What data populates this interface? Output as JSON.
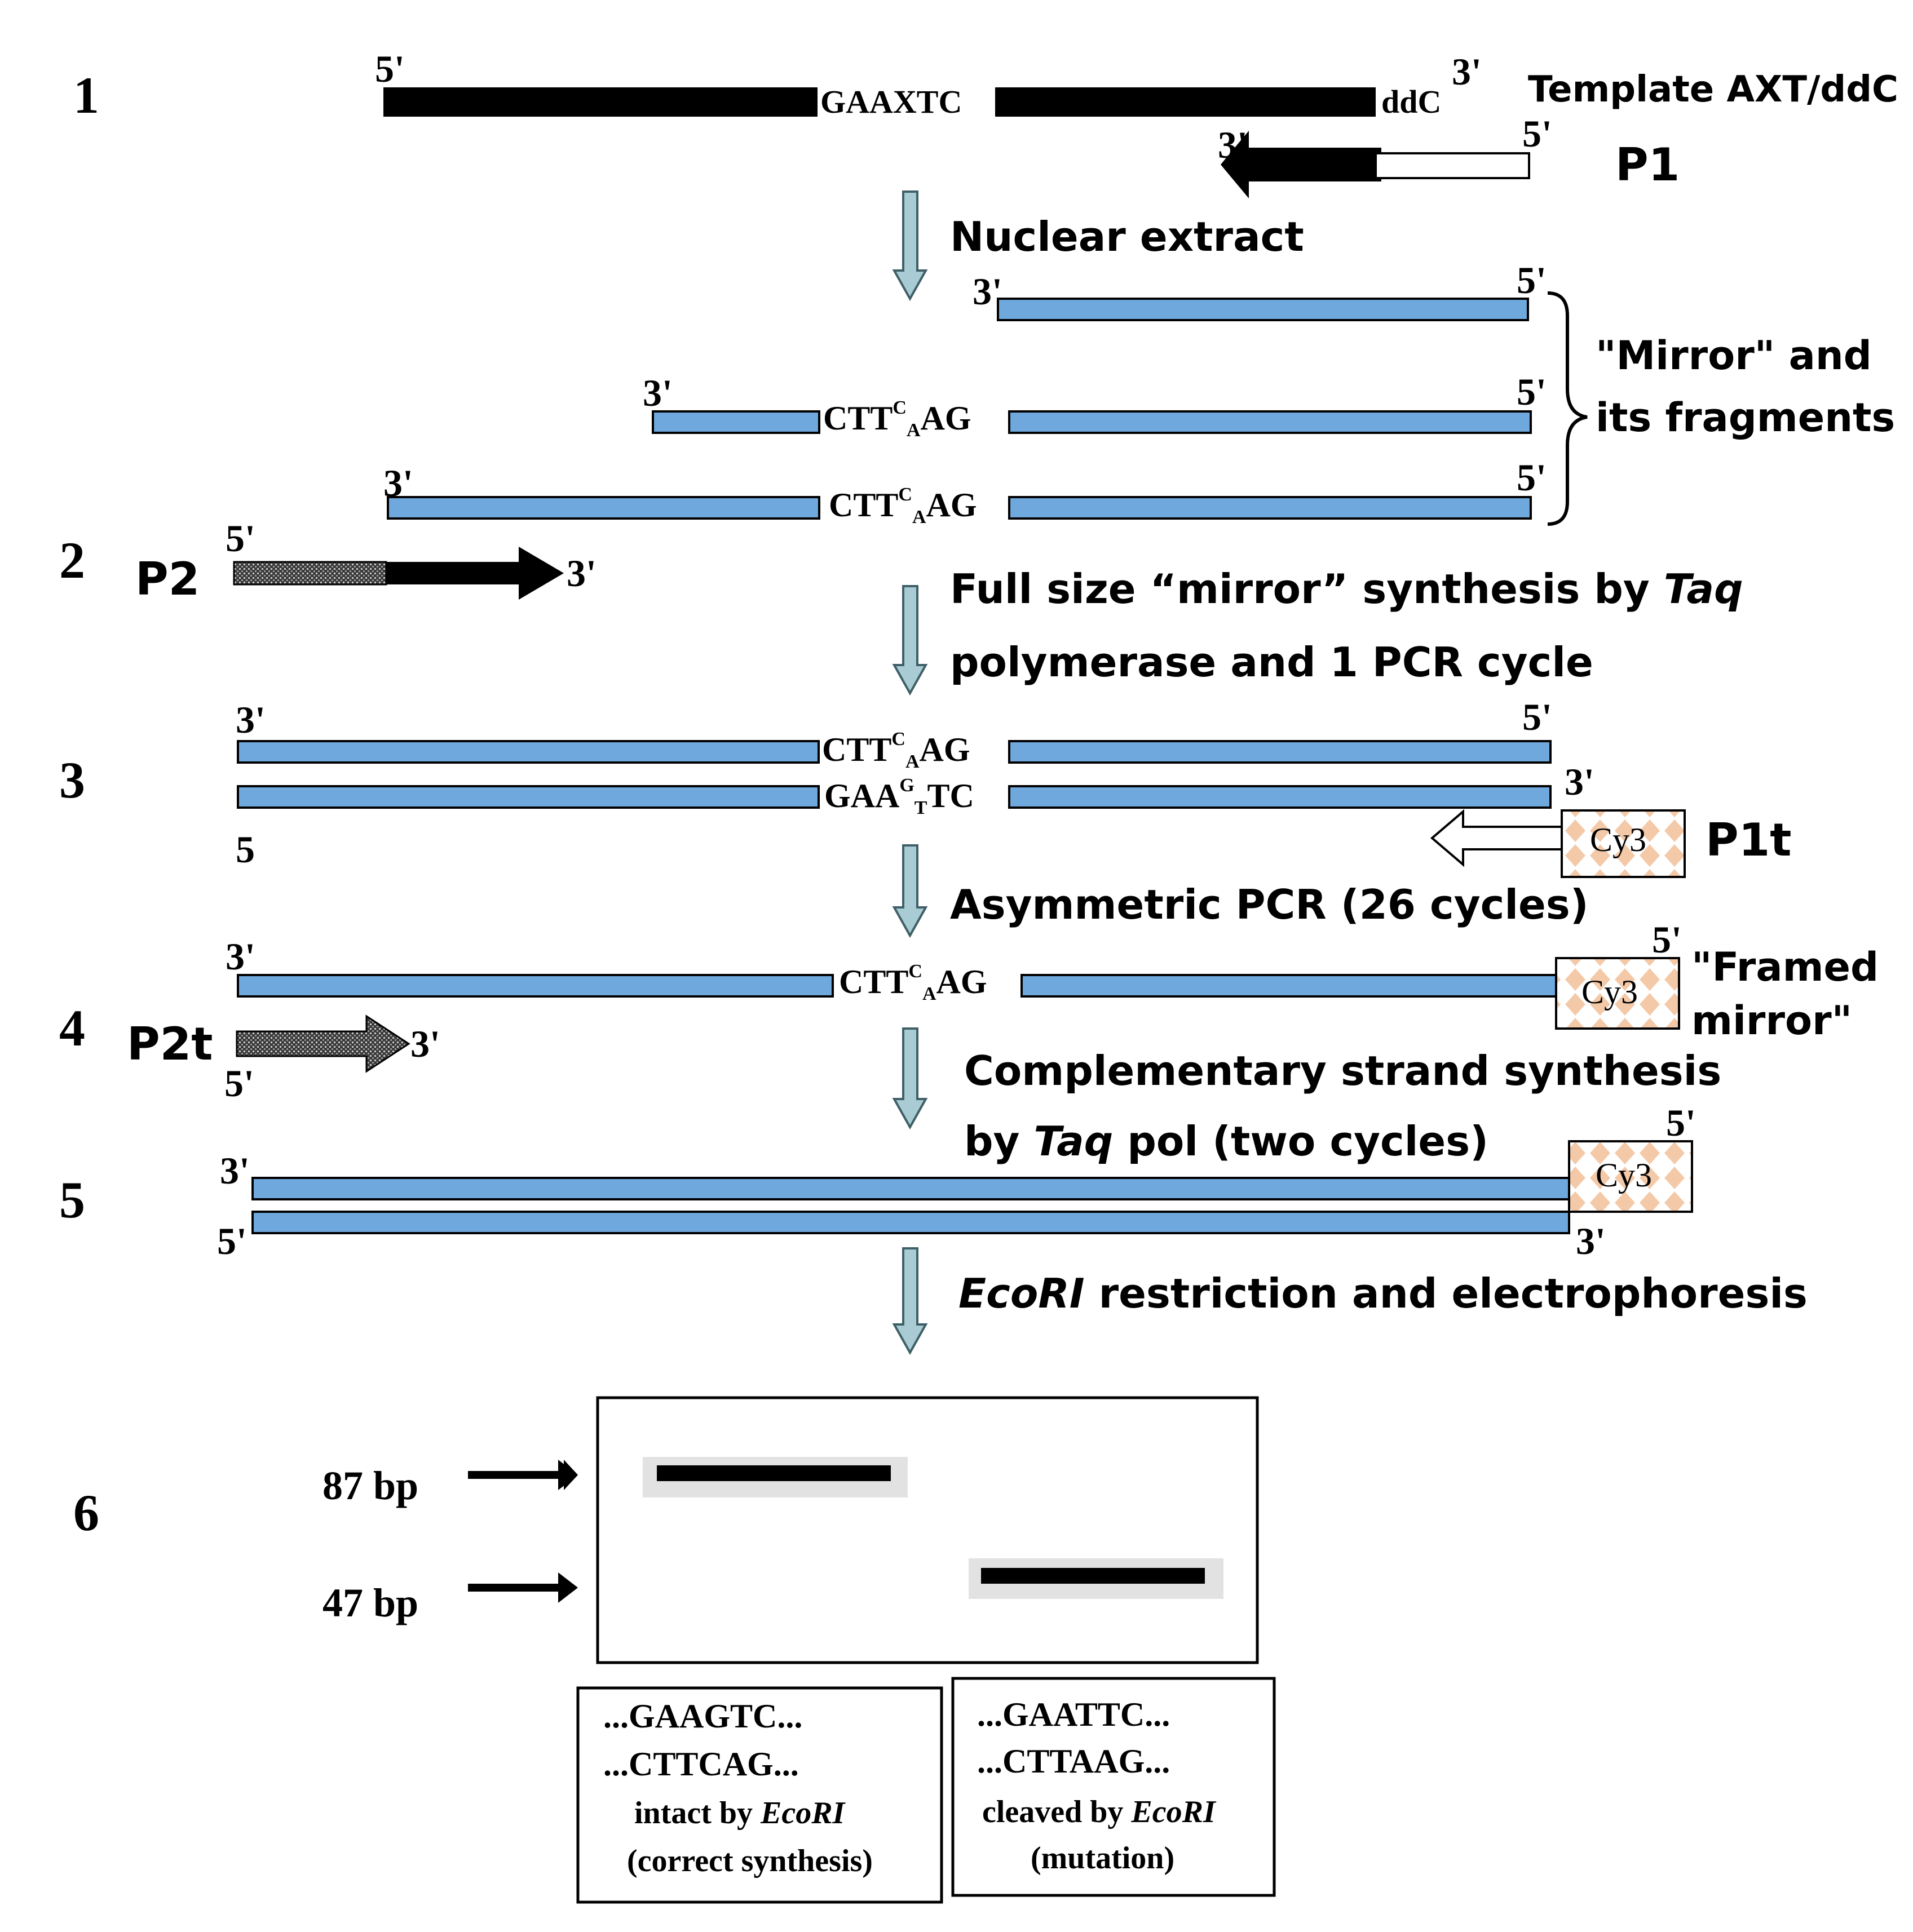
{
  "colors": {
    "strand_fill": "#6fa8dc",
    "strand_stroke": "#000000",
    "arrow_teal": "#a9cbd4",
    "cy3_diamond": "#f4c9a8"
  },
  "steps": {
    "s1": "1",
    "s2": "2",
    "s3": "3",
    "s4": "4",
    "s5": "5",
    "s6": "6"
  },
  "ends": {
    "five": "5'",
    "three": "3'",
    "five_plain": "5"
  },
  "labels": {
    "template": "Template AXT/ddC",
    "template_site": "GAAXTC",
    "ddc": "ddC",
    "p1": "P1",
    "p2": "P2",
    "p1t": "P1t",
    "p2t": "P2t",
    "cy3": "Cy3",
    "mirror_line1": "\"Mirror\" and",
    "mirror_line2": "its fragments",
    "framed_line1": "\"Framed",
    "framed_line2": "mirror\"",
    "site_ctt": "CTT",
    "site_ag": "AG",
    "sup_c": "C",
    "sub_a": "A",
    "site_gaa": "GAA",
    "site_tc": "TC",
    "sup_g": "G",
    "sub_t": "T"
  },
  "procedure": {
    "nuclear": "Nuclear extract",
    "fullsize_line1_pre": "Full size “mirror” synthesis by ",
    "taq": "Taq",
    "fullsize_line2": "polymerase and 1 PCR cycle",
    "asym": "Asymmetric PCR (26 cycles)",
    "comp_line1": "Complementary strand synthesis",
    "comp_line2_pre": "by ",
    "comp_line2_post": " pol (two cycles)",
    "ecori": "EcoRI",
    "ecori_post": " restriction and electrophoresis"
  },
  "gel": {
    "band_upper_label": "87 bp",
    "band_lower_label": "47 bp"
  },
  "result_boxes": {
    "left_line1": "...GAAGTC...",
    "left_line2": "...CTTCAG...",
    "left_line3_pre": "intact by ",
    "left_line3_em": "EcoRI",
    "left_line4": "(correct synthesis)",
    "right_line1": "...GAATTC...",
    "right_line2": "...CTTAAG...",
    "right_line3_pre": "cleaved by ",
    "right_line3_em": "EcoRI",
    "right_line4": "(mutation)"
  }
}
